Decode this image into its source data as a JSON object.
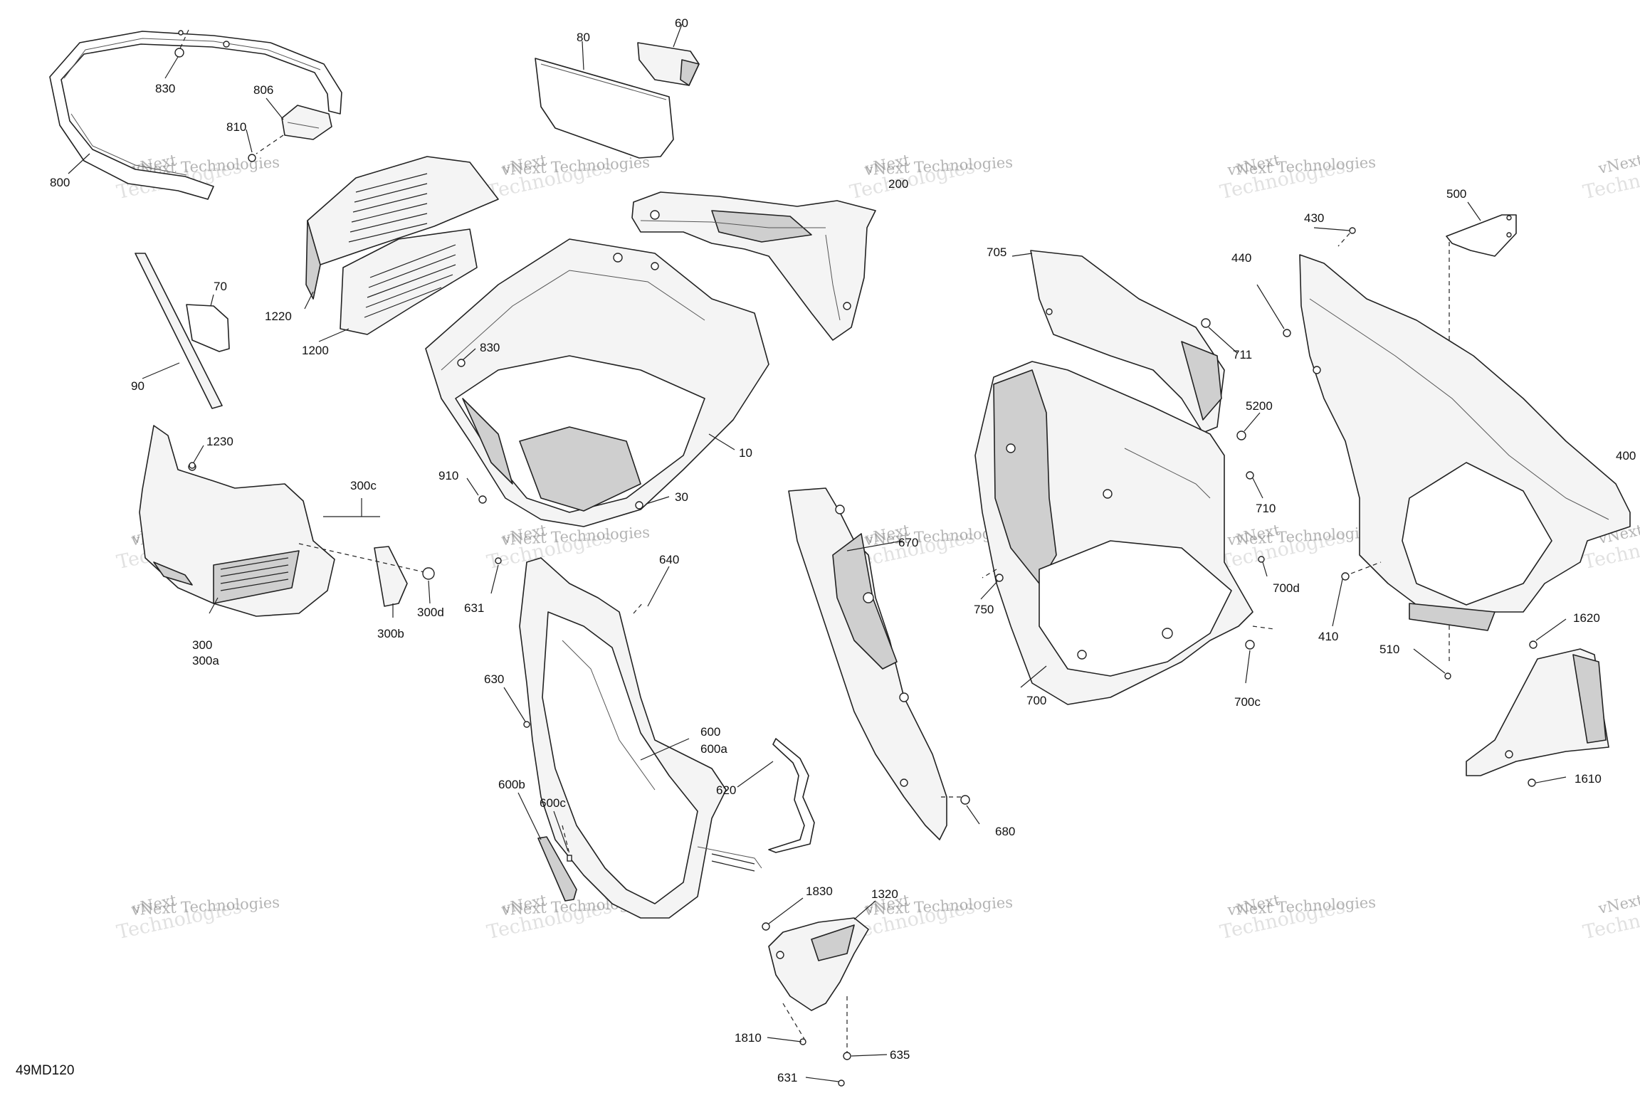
{
  "diagram": {
    "code": "49MD120",
    "watermark": {
      "line1": "vNext Technologies",
      "line2": "vNext",
      "line3": "Technologies"
    },
    "callouts": [
      {
        "id": "c830a",
        "label": "830"
      },
      {
        "id": "c806",
        "label": "806"
      },
      {
        "id": "c810",
        "label": "810"
      },
      {
        "id": "c800",
        "label": "800"
      },
      {
        "id": "c80",
        "label": "80"
      },
      {
        "id": "c60",
        "label": "60"
      },
      {
        "id": "c200",
        "label": "200"
      },
      {
        "id": "c1220",
        "label": "1220"
      },
      {
        "id": "c1200",
        "label": "1200"
      },
      {
        "id": "c70",
        "label": "70"
      },
      {
        "id": "c90",
        "label": "90"
      },
      {
        "id": "c830b",
        "label": "830"
      },
      {
        "id": "c10",
        "label": "10"
      },
      {
        "id": "c910",
        "label": "910"
      },
      {
        "id": "c30",
        "label": "30"
      },
      {
        "id": "c1230",
        "label": "1230"
      },
      {
        "id": "c300c",
        "label": "300c"
      },
      {
        "id": "c300",
        "label": "300"
      },
      {
        "id": "c300a",
        "label": "300a"
      },
      {
        "id": "c300b",
        "label": "300b"
      },
      {
        "id": "c300d",
        "label": "300d"
      },
      {
        "id": "c631a",
        "label": "631"
      },
      {
        "id": "c640",
        "label": "640"
      },
      {
        "id": "c630",
        "label": "630"
      },
      {
        "id": "c600",
        "label": "600"
      },
      {
        "id": "c600a",
        "label": "600a"
      },
      {
        "id": "c600b",
        "label": "600b"
      },
      {
        "id": "c600c",
        "label": "600c"
      },
      {
        "id": "c620",
        "label": "620"
      },
      {
        "id": "c670",
        "label": "670"
      },
      {
        "id": "c680",
        "label": "680"
      },
      {
        "id": "c1830",
        "label": "1830"
      },
      {
        "id": "c1320",
        "label": "1320"
      },
      {
        "id": "c1810",
        "label": "1810"
      },
      {
        "id": "c635",
        "label": "635"
      },
      {
        "id": "c631b",
        "label": "631"
      },
      {
        "id": "c705",
        "label": "705"
      },
      {
        "id": "c711",
        "label": "711"
      },
      {
        "id": "c5200",
        "label": "5200"
      },
      {
        "id": "c710",
        "label": "710"
      },
      {
        "id": "c750",
        "label": "750"
      },
      {
        "id": "c700d",
        "label": "700d"
      },
      {
        "id": "c700",
        "label": "700"
      },
      {
        "id": "c700c",
        "label": "700c"
      },
      {
        "id": "c430",
        "label": "430"
      },
      {
        "id": "c440",
        "label": "440"
      },
      {
        "id": "c500",
        "label": "500"
      },
      {
        "id": "c400",
        "label": "400"
      },
      {
        "id": "c410",
        "label": "410"
      },
      {
        "id": "c510",
        "label": "510"
      },
      {
        "id": "c1620",
        "label": "1620"
      },
      {
        "id": "c1610",
        "label": "1610"
      }
    ]
  }
}
